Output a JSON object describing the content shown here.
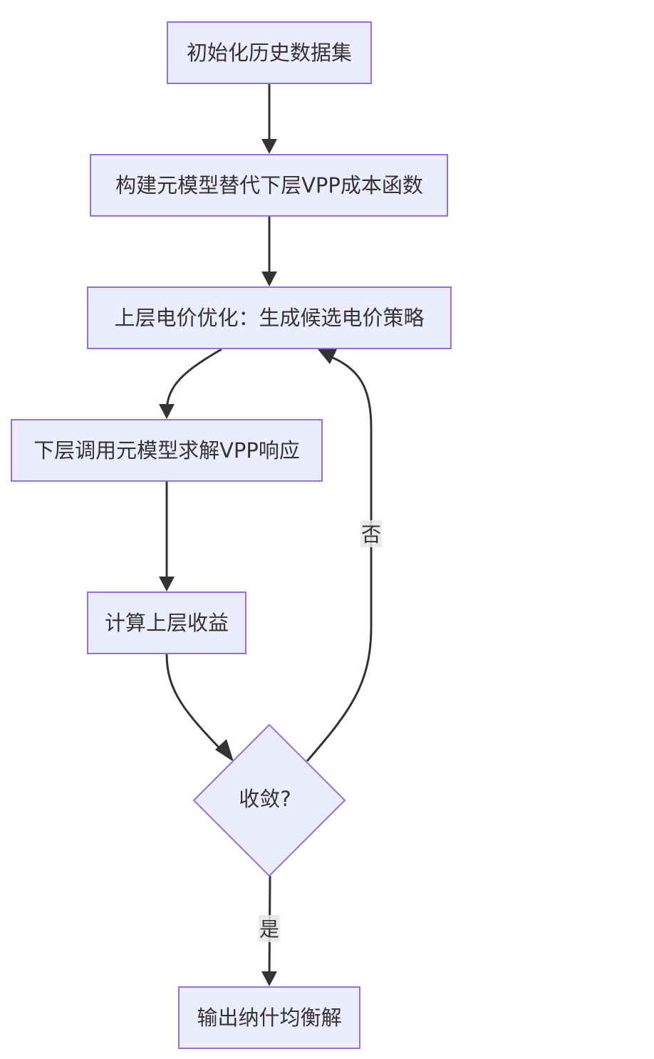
{
  "colors": {
    "node_fill": "#ECECFF",
    "node_stroke": "#9370DB",
    "edge": "#333333",
    "text": "#333333",
    "label_bg": "#E8E8E8"
  },
  "nodes": {
    "init": "初始化历史数据集",
    "meta_model": "构建元模型替代下层VPP成本函数",
    "upper_opt": "上层电价优化：生成候选电价策略",
    "lower_solve": "下层调用元模型求解VPP响应",
    "calc_profit": "计算上层收益",
    "converge": "收敛?",
    "output": "输出纳什均衡解"
  },
  "edge_labels": {
    "no": "否",
    "yes": "是"
  }
}
